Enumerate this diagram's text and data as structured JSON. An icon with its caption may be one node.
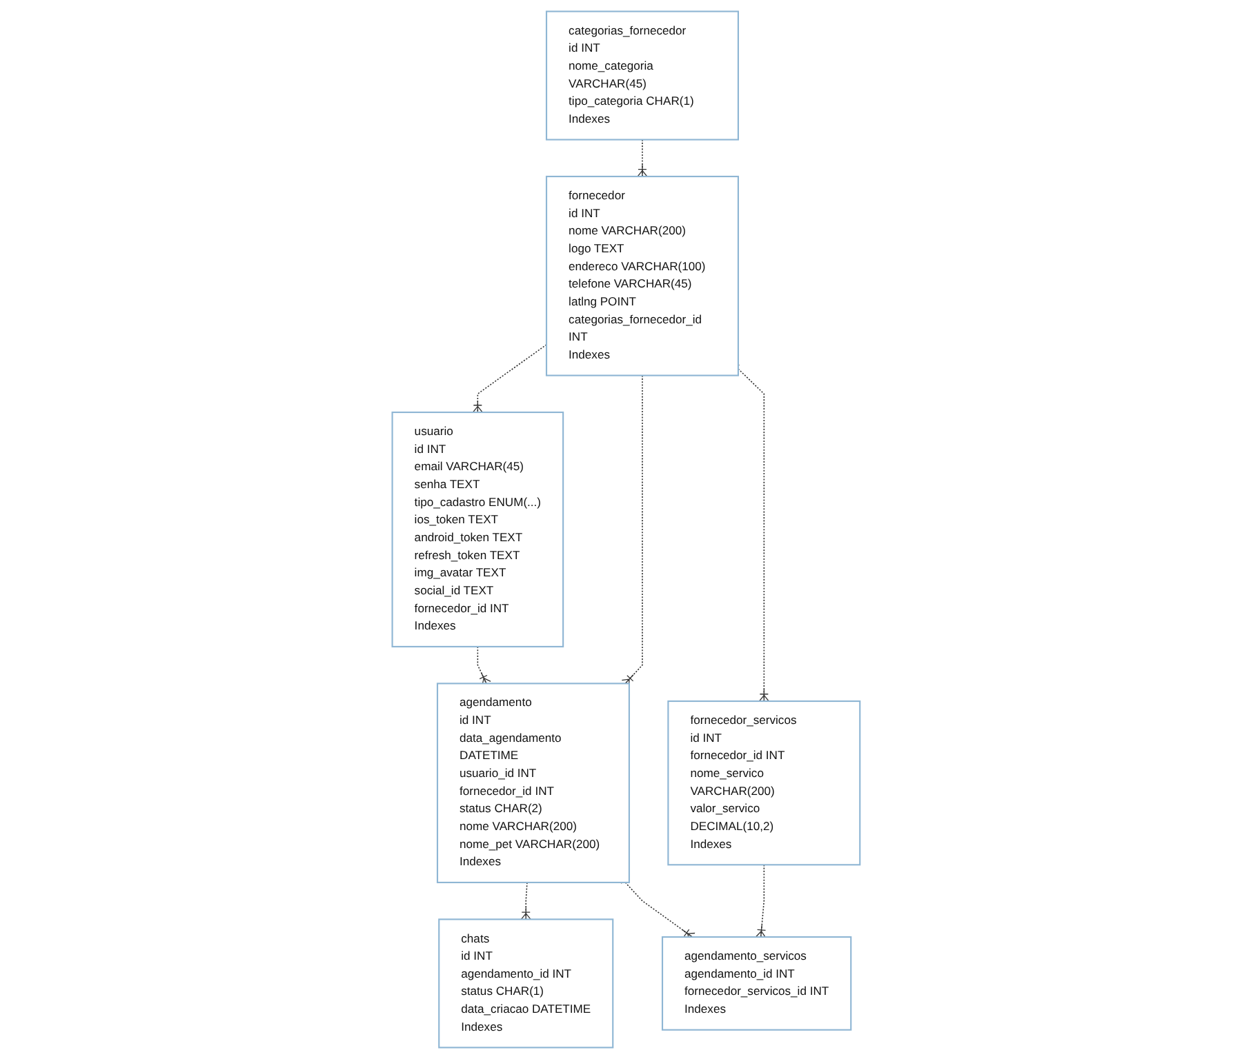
{
  "diagram": {
    "nodes": [
      {
        "text": [
          "usuario",
          "id INT",
          "email VARCHAR(45)",
          "senha TEXT",
          "tipo_cadastro ENUM(...)",
          "ios_token TEXT",
          "android_token TEXT",
          "refresh_token TEXT",
          "img_avatar TEXT",
          "social_id TEXT",
          "fornecedor_id INT",
          "Indexes"
        ]
      },
      {
        "text": [
          "fornecedor",
          "id INT",
          "nome VARCHAR(200)",
          "logo TEXT",
          "endereco VARCHAR(100)",
          "telefone VARCHAR(45)",
          "latlng POINT",
          "categorias_fornecedor_id INT",
          "Indexes"
        ]
      },
      {
        "text": [
          "categorias_fornecedor",
          "id INT",
          "nome_categoria VARCHAR(45)",
          "tipo_categoria CHAR(1)",
          "Indexes"
        ]
      },
      {
        "text": [
          "fornecedor_servicos",
          "id INT",
          "fornecedor_id INT",
          "nome_servico VARCHAR(200)",
          "valor_servico DECIMAL(10,2)",
          "Indexes"
        ]
      },
      {
        "text": [
          "agendamento",
          "id INT",
          "data_agendamento DATETIME",
          "usuario_id INT",
          "fornecedor_id INT",
          "status CHAR(2)",
          "nome VARCHAR(200)",
          "nome_pet VARCHAR(200)",
          "Indexes"
        ]
      },
      {
        "text": [
          "chats",
          "id INT",
          "agendamento_id INT",
          "status CHAR(1)",
          "data_criacao DATETIME",
          "Indexes"
        ]
      },
      {
        "text": [
          "agendamento_servicos",
          "agendamento_id INT",
          "fornecedor_servicos_id INT",
          "Indexes"
        ]
      }
    ],
    "edges": [
      {
        "from": 2,
        "to": 1,
        "arrow": "other",
        "style": "dashed"
      },
      {
        "from": 1,
        "to": 0,
        "arrow": "other",
        "style": "dashed"
      },
      {
        "from": 0,
        "to": 4,
        "arrow": "other",
        "style": "dashed"
      },
      {
        "from": 1,
        "to": 3,
        "arrow": "other",
        "style": "dashed"
      },
      {
        "from": 1,
        "to": 4,
        "arrow": "other",
        "style": "dashed"
      },
      {
        "from": 4,
        "to": 5,
        "arrow": "other",
        "style": "dashed"
      },
      {
        "from": 4,
        "to": 6,
        "arrow": "other",
        "style": "dashed"
      },
      {
        "from": 3,
        "to": 6,
        "arrow": "other",
        "style": "dashed"
      }
    ]
  }
}
